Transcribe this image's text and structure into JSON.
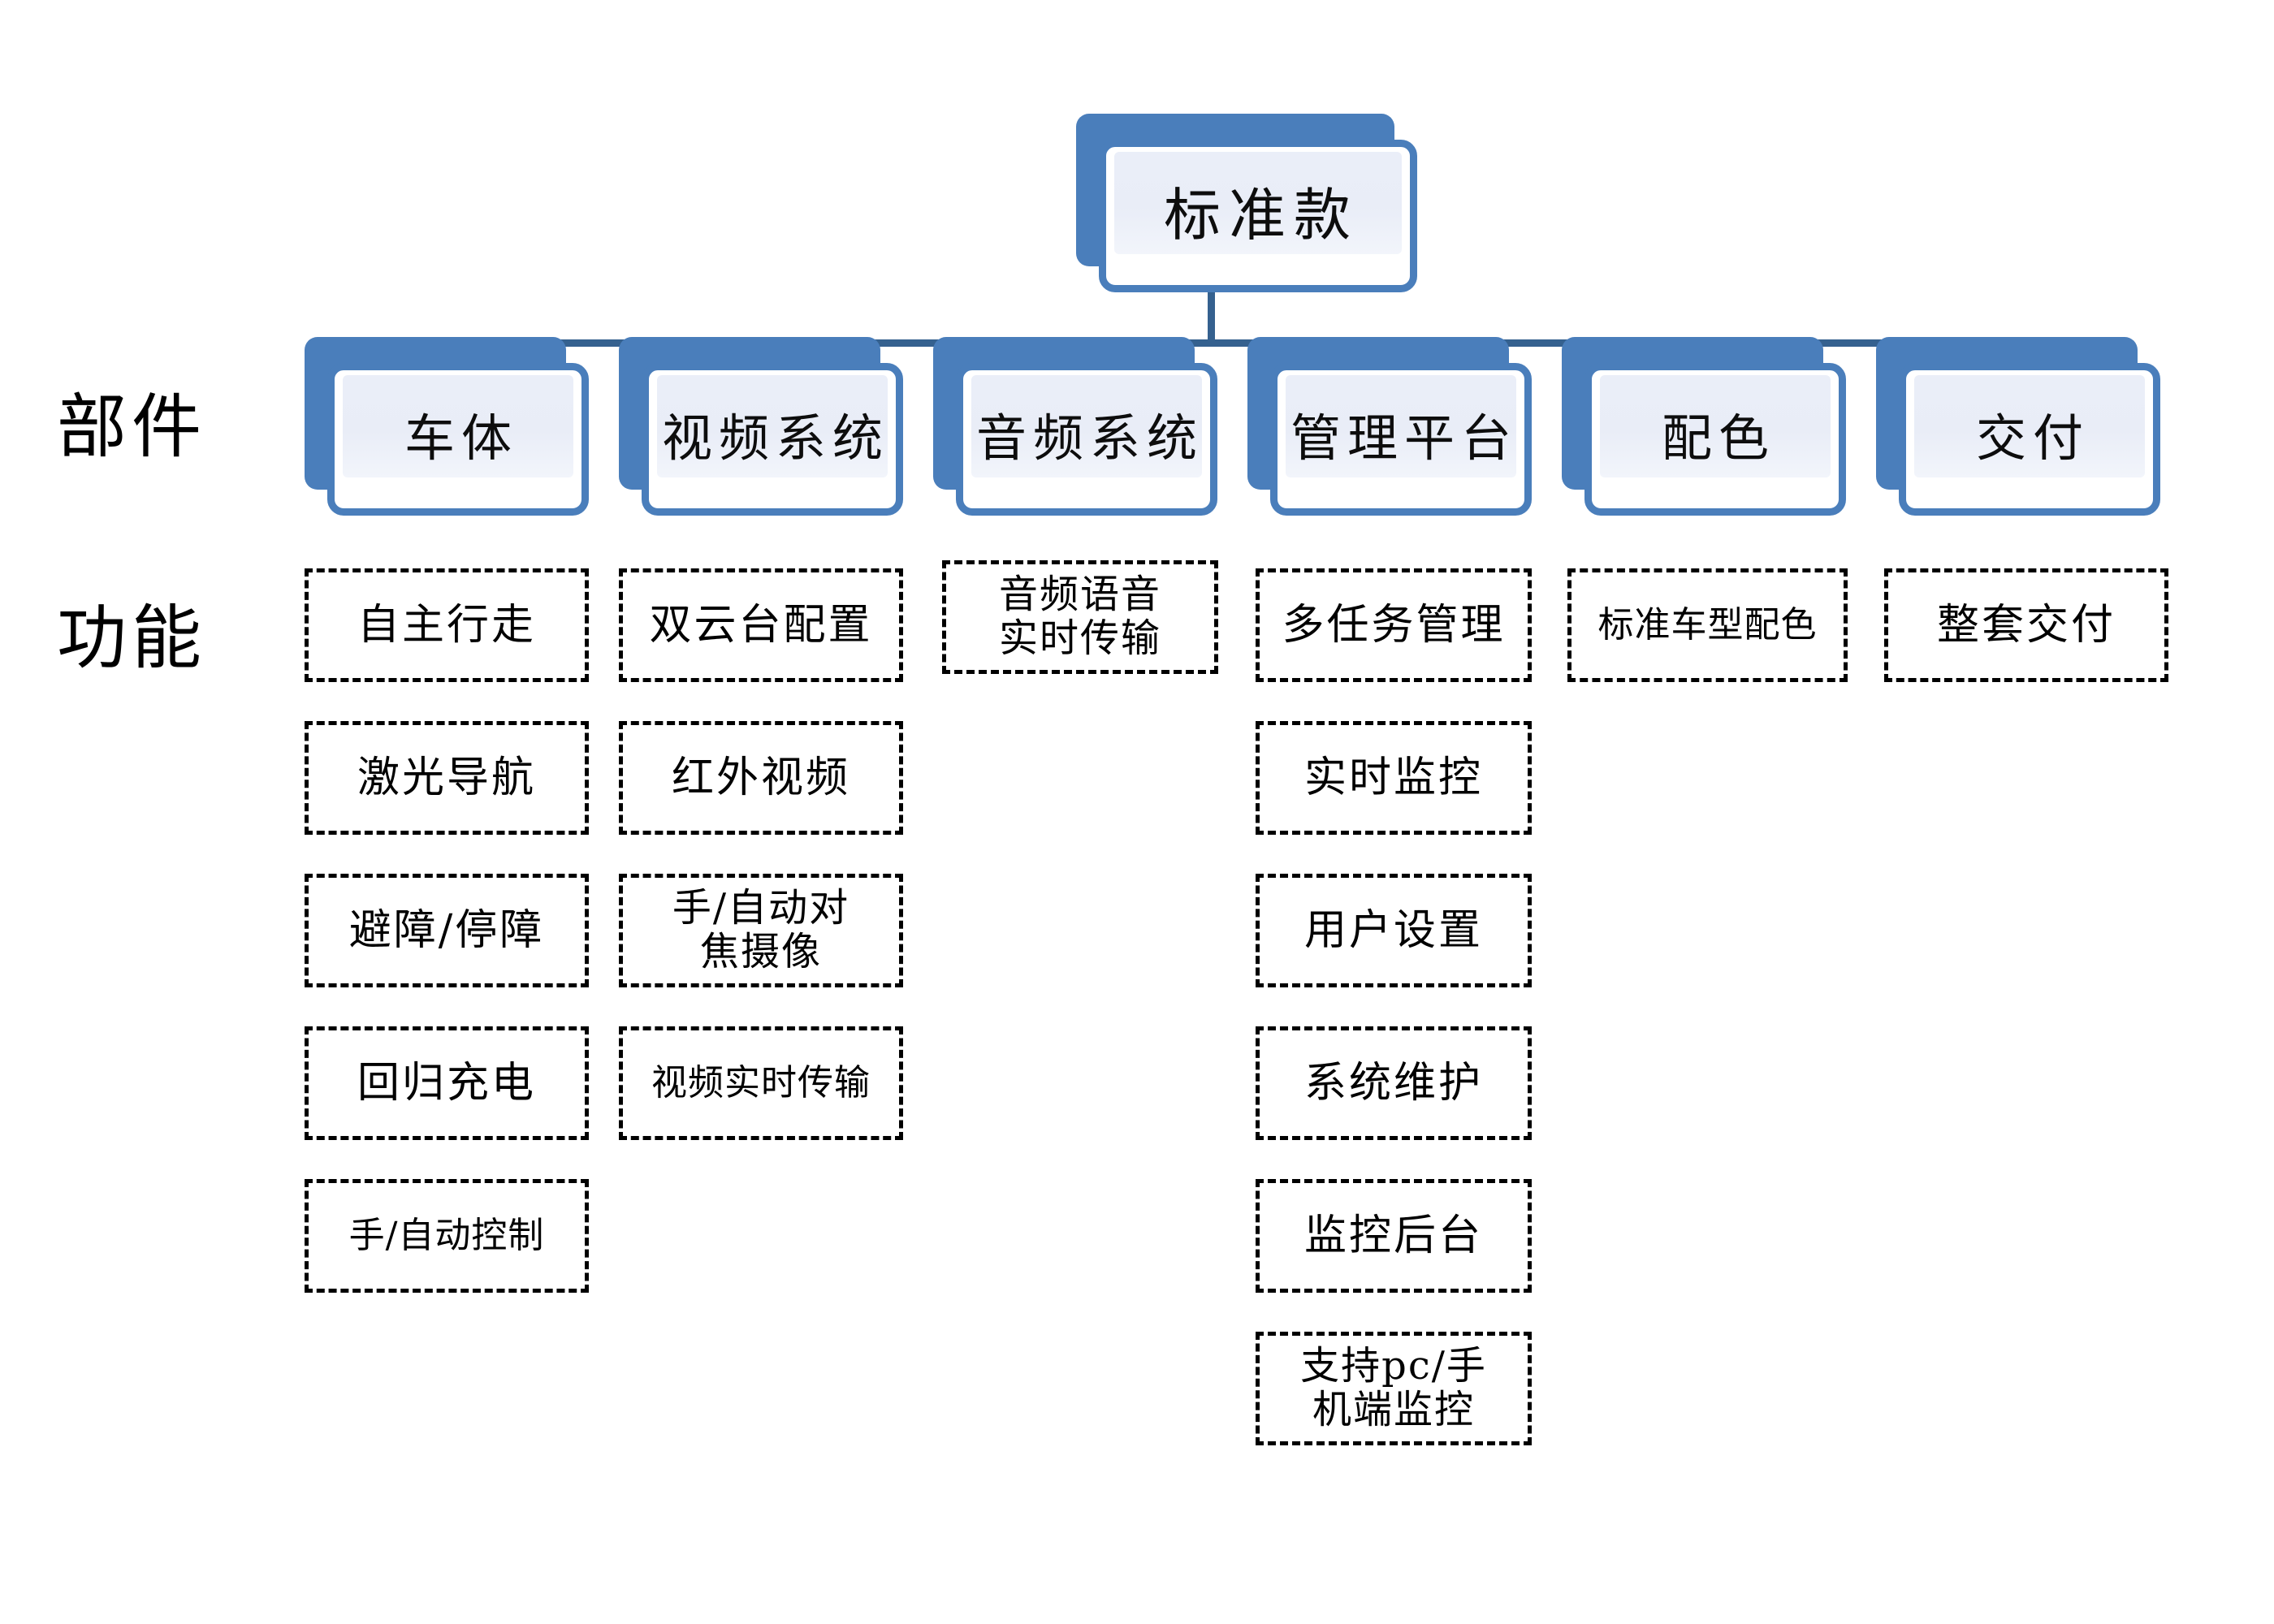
{
  "diagram": {
    "root": {
      "label": "标准款"
    },
    "row_labels": {
      "components": "部件",
      "functions": "功能"
    },
    "accent_color": "#4A7EBB",
    "connector_color": "#35618F",
    "node_fill": "#EBEFF9",
    "dash_border_color": "#000000"
  },
  "components": [
    {
      "label": "车体"
    },
    {
      "label": "视频系统"
    },
    {
      "label": "音频系统"
    },
    {
      "label": "管理平台"
    },
    {
      "label": "配色"
    },
    {
      "label": "交付"
    }
  ],
  "functions": [
    {
      "component": "车体",
      "items": [
        {
          "text": "自主行走"
        },
        {
          "text": "激光导航"
        },
        {
          "text": "避障/停障"
        },
        {
          "text": "回归充电"
        },
        {
          "text": "手/自动控制"
        }
      ]
    },
    {
      "component": "视频系统",
      "items": [
        {
          "text": "双云台配置"
        },
        {
          "text": "红外视频"
        },
        {
          "text": "手/自动对焦摄像"
        },
        {
          "text": "视频实时传输"
        }
      ]
    },
    {
      "component": "音频系统",
      "items": [
        {
          "text": "音频语音实时传输"
        }
      ]
    },
    {
      "component": "管理平台",
      "items": [
        {
          "text": "多任务管理"
        },
        {
          "text": "实时监控"
        },
        {
          "text": "用户设置"
        },
        {
          "text": "系统维护"
        },
        {
          "text": "监控后台"
        },
        {
          "text": "支持pc/手机端监控"
        }
      ]
    },
    {
      "component": "配色",
      "items": [
        {
          "text": "标准车型配色"
        }
      ]
    },
    {
      "component": "交付",
      "items": [
        {
          "text": "整套交付"
        }
      ]
    }
  ]
}
